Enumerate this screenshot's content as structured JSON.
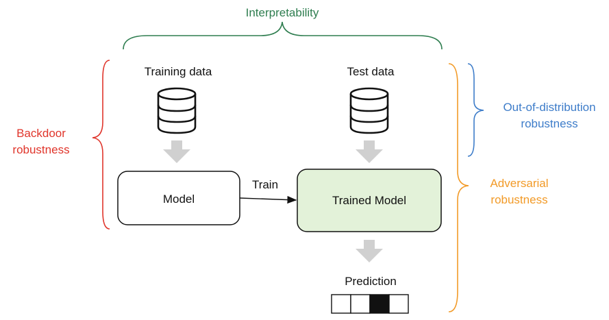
{
  "labels": {
    "interpretability": "Interpretability",
    "backdoor_line1": "Backdoor",
    "backdoor_line2": "robustness",
    "ood_line1": "Out-of-distribution",
    "ood_line2": "robustness",
    "adversarial_line1": "Adversarial",
    "adversarial_line2": "robustness",
    "training_data": "Training data",
    "test_data": "Test data",
    "model": "Model",
    "train": "Train",
    "trained_model": "Trained Model",
    "prediction": "Prediction"
  },
  "colors": {
    "interpretability": "#2e7d4f",
    "backdoor": "#e0352b",
    "ood": "#3d7cc9",
    "adversarial": "#f29a27",
    "text": "#111111",
    "arrow_fill": "#d0d0d0",
    "trained_model_fill": "#e3f2d9",
    "prediction_filled_cell": "#111111"
  },
  "icons": {
    "training_data": "database-icon",
    "test_data": "database-icon"
  },
  "prediction_output": {
    "cell_count": 4,
    "filled_cell_index": 2
  }
}
